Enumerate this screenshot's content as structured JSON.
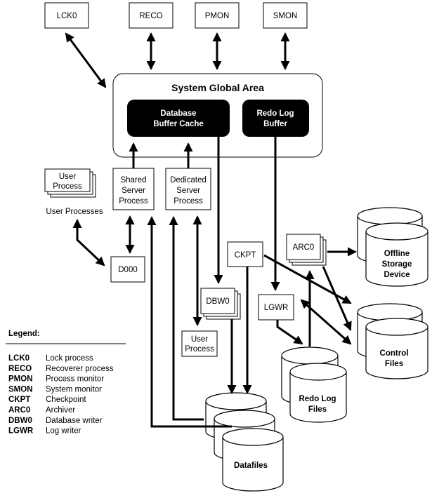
{
  "processes": {
    "lck0": "LCK0",
    "reco": "RECO",
    "pmon": "PMON",
    "smon": "SMON",
    "ckpt": "CKPT",
    "arc0": "ARC0",
    "lgwr": "LGWR",
    "dbw0": "DBW0",
    "d000": "D000"
  },
  "sga": {
    "title": "System Global Area",
    "buffer_cache": [
      "Database",
      "Buffer Cache"
    ],
    "redo_buffer": [
      "Redo Log",
      "Buffer"
    ]
  },
  "server_processes": {
    "shared": [
      "Shared",
      "Server",
      "Process"
    ],
    "dedicated": [
      "Dedicated",
      "Server",
      "Process"
    ]
  },
  "user_process_stack": [
    "User",
    "Process"
  ],
  "user_processes_label": "User Processes",
  "user_process_lower": [
    "User",
    "Process"
  ],
  "storage": {
    "offline": [
      "Offline",
      "Storage",
      "Device"
    ],
    "control": [
      "Control",
      "Files"
    ],
    "redo_files": [
      "Redo Log",
      "Files"
    ],
    "datafiles": "Datafiles"
  },
  "legend": {
    "title": "Legend:",
    "items": [
      {
        "code": "LCK0",
        "desc": "Lock process"
      },
      {
        "code": "RECO",
        "desc": "Recoverer process"
      },
      {
        "code": "PMON",
        "desc": "Process monitor"
      },
      {
        "code": "SMON",
        "desc": "System monitor"
      },
      {
        "code": "CKPT",
        "desc": "Checkpoint"
      },
      {
        "code": "ARC0",
        "desc": "Archiver"
      },
      {
        "code": "DBW0",
        "desc": "Database writer"
      },
      {
        "code": "LGWR",
        "desc": "Log writer"
      }
    ]
  }
}
